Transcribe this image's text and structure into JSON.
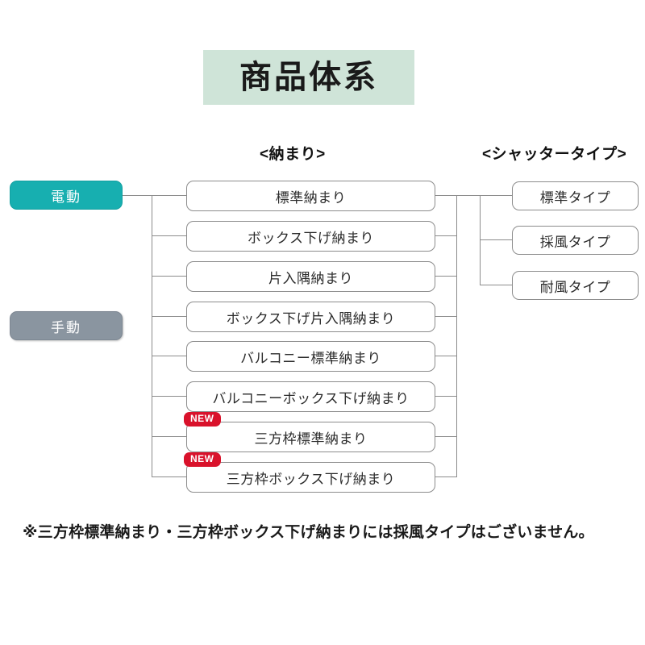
{
  "title": "商品体系",
  "headers": {
    "osamari": "<納まり>",
    "shutter": "<シャッタータイプ>"
  },
  "categories": [
    {
      "label": "電動",
      "color": "#17afb0"
    },
    {
      "label": "手動",
      "color": "#8a95a0"
    }
  ],
  "osamari_nodes": [
    {
      "label": "標準納まり",
      "badge": ""
    },
    {
      "label": "ボックス下げ納まり",
      "badge": ""
    },
    {
      "label": "片入隅納まり",
      "badge": ""
    },
    {
      "label": "ボックス下げ片入隅納まり",
      "badge": ""
    },
    {
      "label": "バルコニー標準納まり",
      "badge": ""
    },
    {
      "label": "バルコニーボックス下げ納まり",
      "badge": ""
    },
    {
      "label": "三方枠標準納まり",
      "badge": "NEW"
    },
    {
      "label": "三方枠ボックス下げ納まり",
      "badge": "NEW"
    }
  ],
  "shutter_nodes": [
    {
      "label": "標準タイプ"
    },
    {
      "label": "採風タイプ"
    },
    {
      "label": "耐風タイプ"
    }
  ],
  "footnote": "※三方枠標準納まり・三方枠ボックス下げ納まりには採風タイプはございません。",
  "colors": {
    "title_background": "#cfe4d8",
    "electric": "#17afb0",
    "manual": "#8a95a0",
    "badge": "#d9122b",
    "line": "#8c8c8c"
  }
}
